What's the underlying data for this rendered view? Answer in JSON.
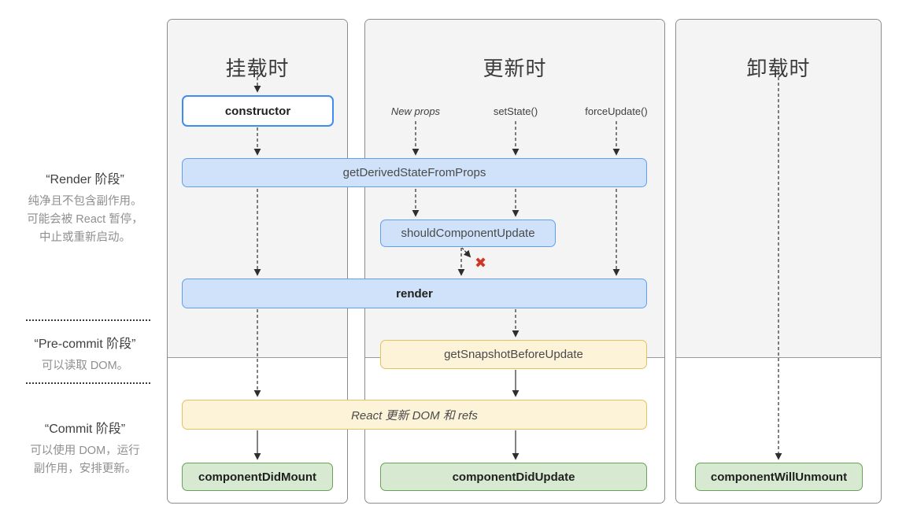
{
  "sidebar": {
    "render_phase": {
      "title": "“Render 阶段”",
      "lines": [
        "纯净且不包含副作用。",
        "可能会被 React 暂停，",
        "中止或重新启动。"
      ]
    },
    "precommit_phase": {
      "title": "“Pre-commit 阶段”",
      "lines": [
        "可以读取 DOM。"
      ]
    },
    "commit_phase": {
      "title": "“Commit 阶段”",
      "lines": [
        "可以使用 DOM，运行",
        "副作用，安排更新。"
      ]
    }
  },
  "columns": {
    "mounting": {
      "title": "挂载时"
    },
    "updating": {
      "title": "更新时",
      "triggers": [
        "New props",
        "setState()",
        "forceUpdate()"
      ]
    },
    "unmounting": {
      "title": "卸载时"
    }
  },
  "nodes": {
    "ctor": "constructor",
    "gdsfp": "getDerivedStateFromProps",
    "scu": "shouldComponentUpdate",
    "render": "render",
    "gsbu": "getSnapshotBeforeUpdate",
    "react_updates": "React 更新 DOM 和 refs",
    "cdm": "componentDidMount",
    "cdu": "componentDidUpdate",
    "cwu": "componentWillUnmount"
  },
  "icons": {
    "false_x": "✖"
  },
  "colors": {
    "blue-fill": "#cfe2fa",
    "blue-border": "#5f9ff2",
    "blue-strong": "#3f8cf3",
    "yellow-fill": "#fcf3d8",
    "yellow-border": "#e3c35e",
    "green-fill": "#d7e9d1",
    "green-border": "#68a257",
    "red": "#cf3626"
  }
}
